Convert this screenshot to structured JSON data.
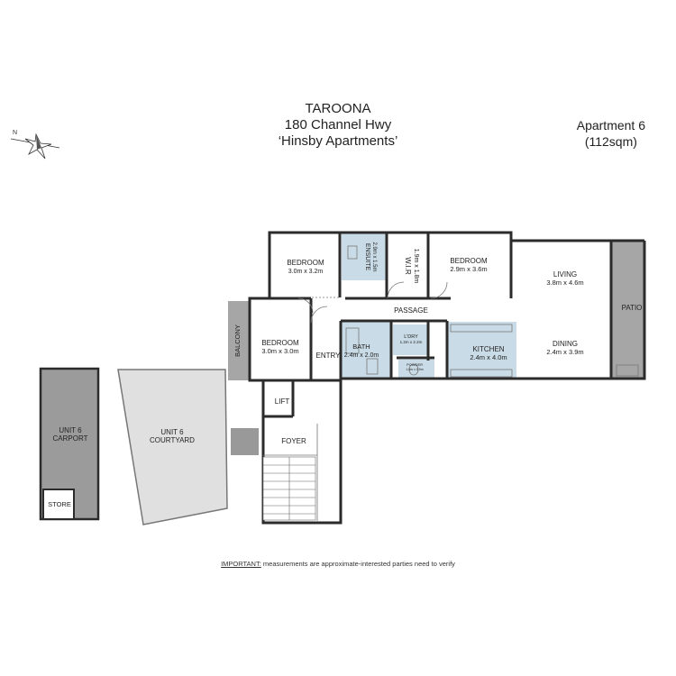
{
  "header": {
    "suburb": "TAROONA",
    "address": "180 Channel Hwy",
    "building": "‘Hinsby Apartments’"
  },
  "apartment": {
    "name": "Apartment 6",
    "area": "(112sqm)"
  },
  "compass": {
    "north_label": "N"
  },
  "rooms": {
    "bedroom1": {
      "name": "BEDROOM",
      "size": "3.0m x 3.2m"
    },
    "ensuite": {
      "name": "ENSUITE",
      "size": "2.9m x 1.5m"
    },
    "wir": {
      "name": "W.I.R",
      "size": "1.9m x 1.8m"
    },
    "bedroom2": {
      "name": "BEDROOM",
      "size": "2.9m x 3.6m"
    },
    "living": {
      "name": "LIVING",
      "size": "3.8m x 4.6m"
    },
    "patio": {
      "name": "PATIO"
    },
    "passage": {
      "name": "PASSAGE"
    },
    "balcony": {
      "name": "BALCONY"
    },
    "bedroom3": {
      "name": "BEDROOM",
      "size": "3.0m x 3.0m"
    },
    "entry": {
      "name": "ENTRY"
    },
    "bath": {
      "name": "BATH",
      "size": "2.4m x 2.0m"
    },
    "ldry": {
      "name": "L'DRY",
      "size": "1.2m x 2.2m"
    },
    "powder": {
      "name": "POWDER",
      "size": "1.0m x 0.9m"
    },
    "kitchen": {
      "name": "KITCHEN",
      "size": "2.4m x 4.0m"
    },
    "dining": {
      "name": "DINING",
      "size": "2.4m x 3.9m"
    },
    "lift": {
      "name": "LIFT"
    },
    "foyer": {
      "name": "FOYER"
    },
    "carport": {
      "line1": "UNIT 6",
      "line2": "CARPORT"
    },
    "courtyard": {
      "line1": "UNIT 6",
      "line2": "COURTYARD"
    },
    "store": {
      "name": "STORE"
    }
  },
  "note": {
    "important": "IMPORTANT:",
    "text": " measurements are approximate-interested parties need to verify"
  },
  "colors": {
    "wall": "#2b2b2b",
    "wet_area": "#c9dbe6",
    "outdoor": "#a6a6a6",
    "carport": "#9b9b9b",
    "courtyard": "#e0e0e0",
    "floor": "#ffffff"
  }
}
